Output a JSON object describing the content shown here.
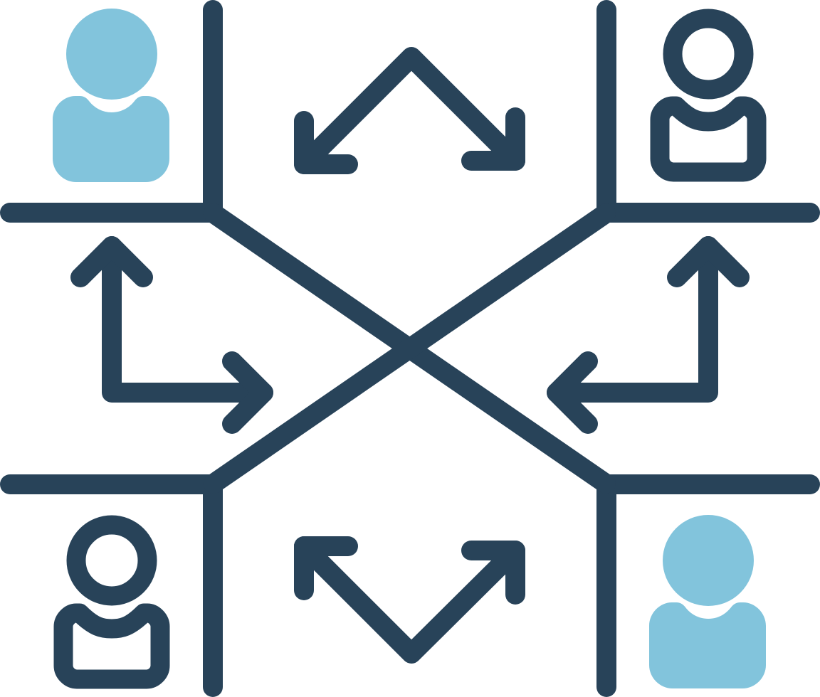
{
  "colors": {
    "stroke": "#284359",
    "accent": "#82C4DC",
    "background": "#FFFFFF"
  },
  "icons": {
    "diagram": "network-exchange-icon",
    "users": [
      {
        "name": "user-filled-icon",
        "style": "filled"
      },
      {
        "name": "user-outline-icon",
        "style": "outline"
      },
      {
        "name": "user-outline-icon",
        "style": "outline"
      },
      {
        "name": "user-filled-icon",
        "style": "filled"
      }
    ],
    "arrows": [
      "double-arrow-top-icon",
      "double-arrow-left-icon",
      "double-arrow-right-icon",
      "double-arrow-bottom-icon"
    ]
  }
}
